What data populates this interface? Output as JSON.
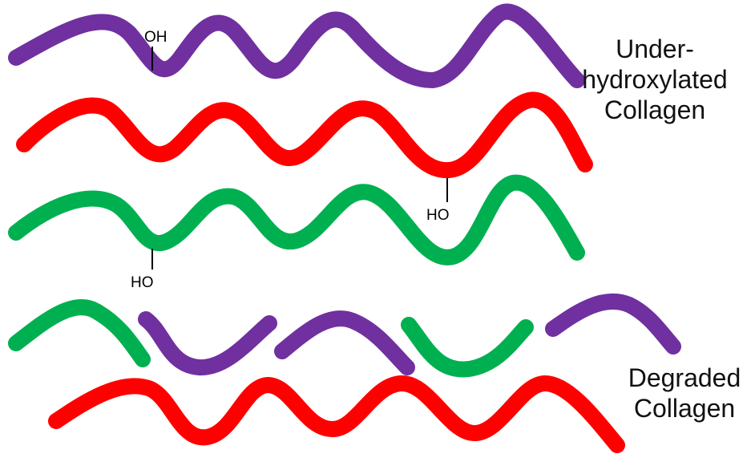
{
  "colors": {
    "purple": "#7030a0",
    "red": "#ff0000",
    "green": "#00b050",
    "bond": "#000000"
  },
  "labels": {
    "oh_top": "OH",
    "ho_red": "HO",
    "ho_green": "HO"
  },
  "captions": {
    "under_hydroxylated": [
      "Under-",
      "hydroxylated",
      "Collagen"
    ],
    "degraded": [
      "Degraded",
      "Collagen"
    ]
  }
}
